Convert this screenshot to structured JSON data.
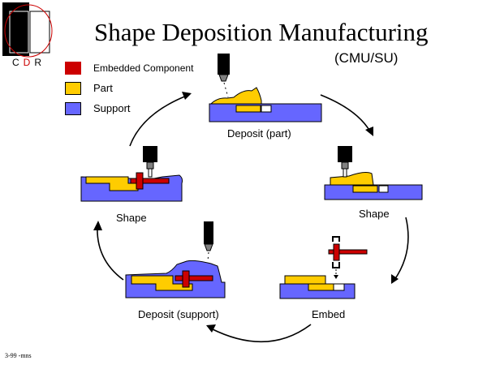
{
  "logo": {
    "letters": [
      "C",
      "D",
      "R"
    ],
    "accent_color": "#cc0000"
  },
  "title": "Shape Deposition Manufacturing",
  "subtitle": "(CMU/SU)",
  "legend": [
    {
      "label": "Embedded Component",
      "color": "#cc0000"
    },
    {
      "label": "Part",
      "color": "#ffcc00"
    },
    {
      "label": "Support",
      "color": "#6666ff"
    }
  ],
  "steps": [
    {
      "id": "deposit-part",
      "label": "Deposit (part)",
      "tool": "nozzle"
    },
    {
      "id": "shape-1",
      "label": "Shape",
      "tool": "mill"
    },
    {
      "id": "embed",
      "label": "Embed",
      "tool": "component"
    },
    {
      "id": "deposit-support",
      "label": "Deposit (support)",
      "tool": "nozzle"
    },
    {
      "id": "shape-2",
      "label": "Shape",
      "tool": "mill"
    }
  ],
  "footer": "3-99  -mns",
  "colors": {
    "part": "#ffcc00",
    "support": "#6666ff",
    "component": "#cc0000",
    "tool": "#000000",
    "tool_tip": "#808080"
  }
}
